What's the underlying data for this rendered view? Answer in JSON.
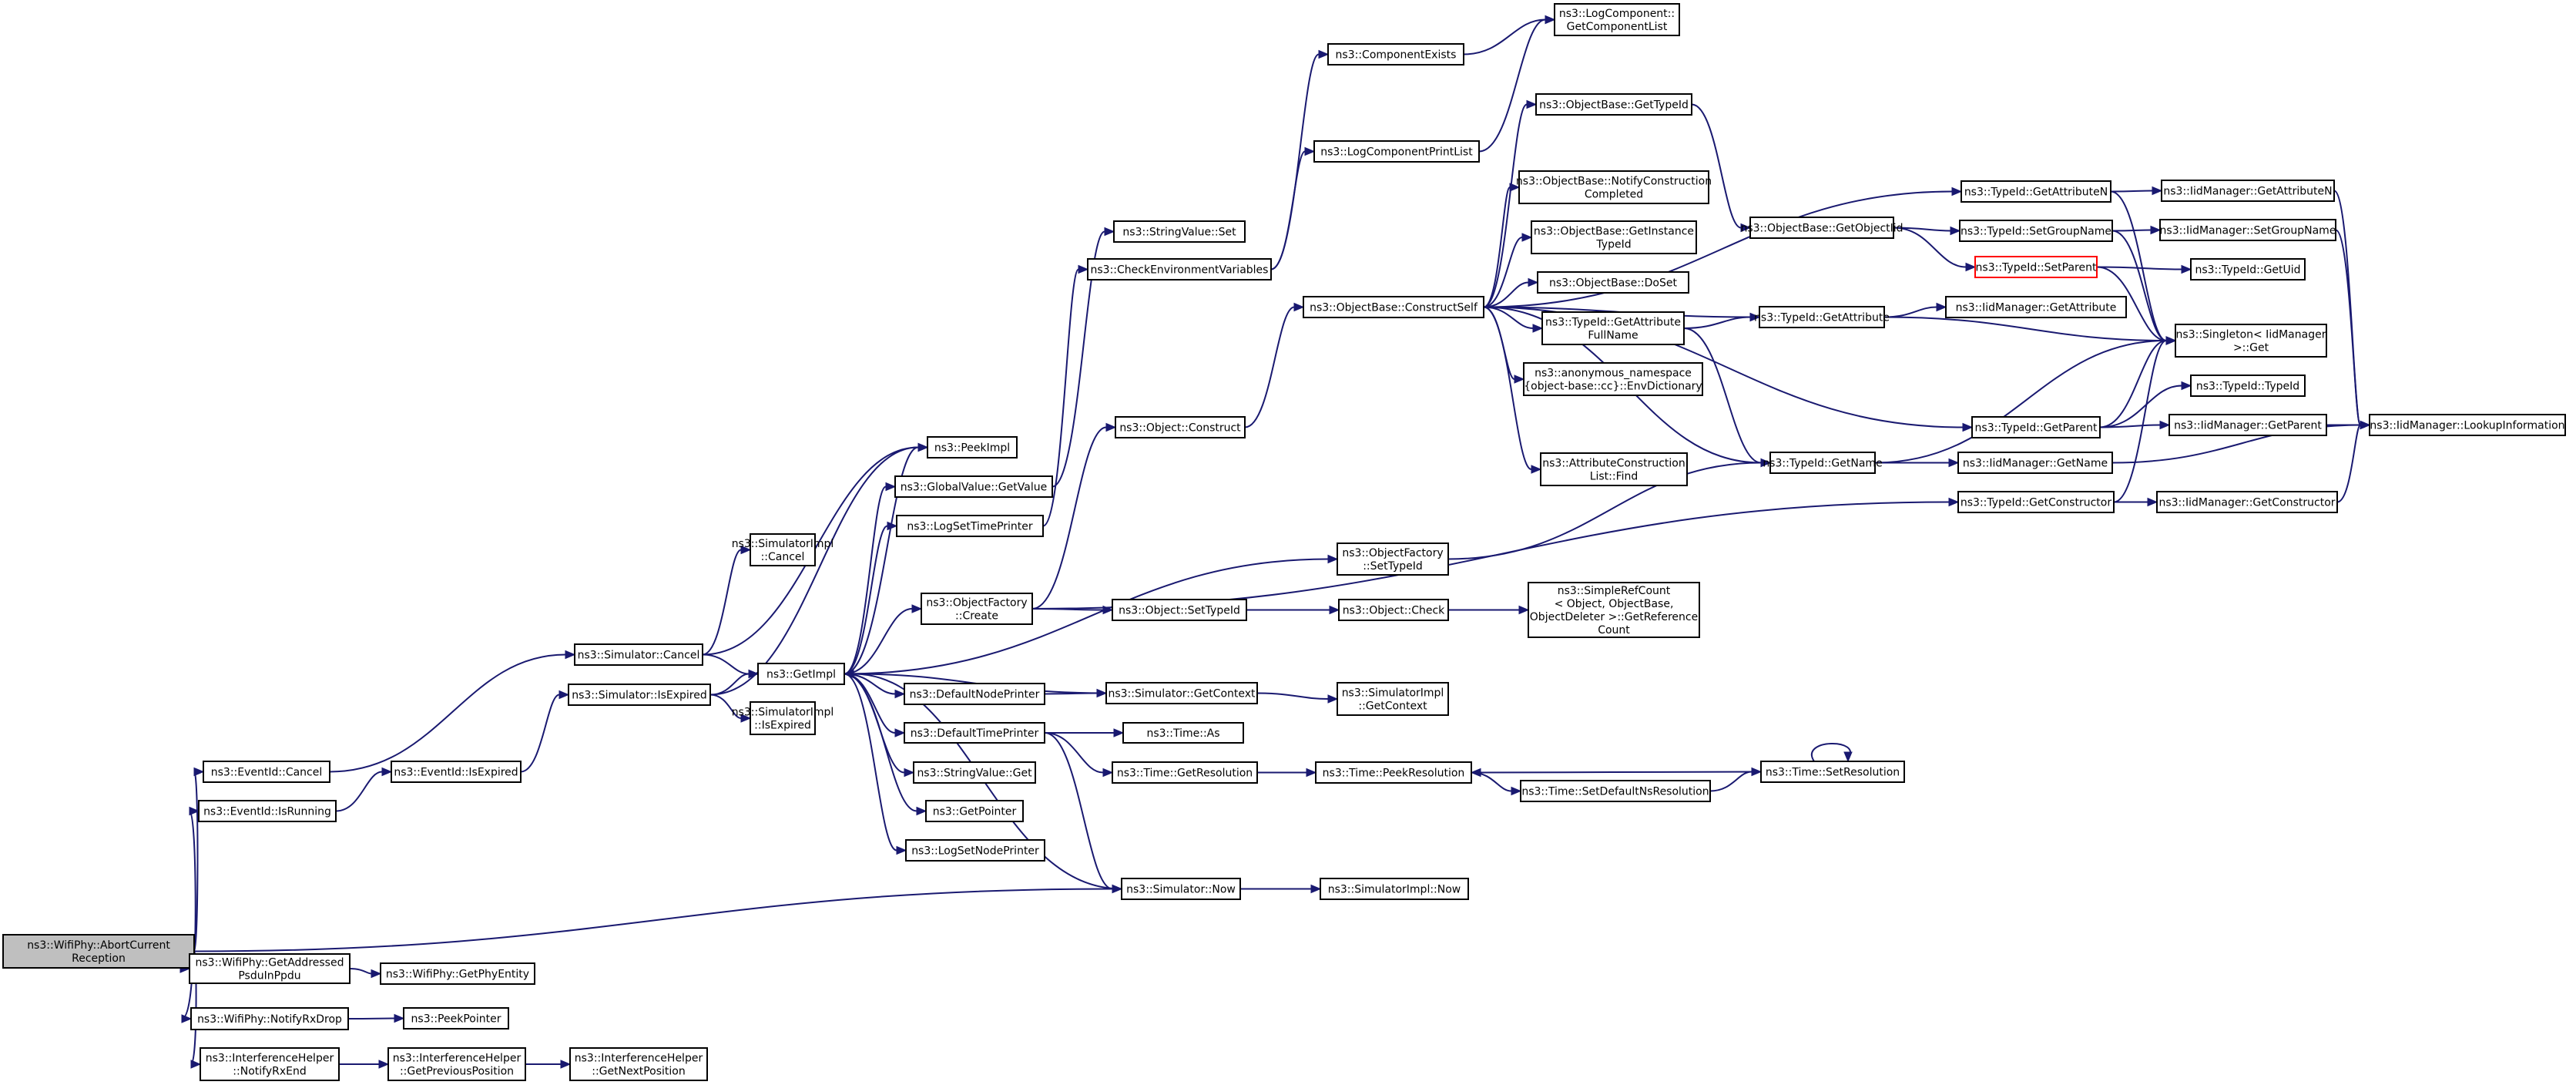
{
  "graph": {
    "root": "ns3::WifiPhy::AbortCurrentReception",
    "node_labels": {
      "root": [
        "ns3::WifiPhy::AbortCurrent",
        "Reception"
      ],
      "eventid_cancel": [
        "ns3::EventId::Cancel"
      ],
      "eventid_isrunning": [
        "ns3::EventId::IsRunning"
      ],
      "wifiphy_getaddressed": [
        "ns3::WifiPhy::GetAddressed",
        "PsduInPpdu"
      ],
      "wifiphy_notifyrxdrop": [
        "ns3::WifiPhy::NotifyRxDrop"
      ],
      "interference_notifyrxend": [
        "ns3::InterferenceHelper",
        "::NotifyRxEnd"
      ],
      "simulator_cancel": [
        "ns3::Simulator::Cancel"
      ],
      "simulator_isexpired": [
        "ns3::Simulator::IsExpired"
      ],
      "eventid_isexpired": [
        "ns3::EventId::IsExpired"
      ],
      "wifiphy_getphyentity": [
        "ns3::WifiPhy::GetPhyEntity"
      ],
      "peekpointer": [
        "ns3::PeekPointer"
      ],
      "interference_getprevpos": [
        "ns3::InterferenceHelper",
        "::GetPreviousPosition"
      ],
      "interference_getnextpos": [
        "ns3::InterferenceHelper",
        "::GetNextPosition"
      ],
      "simulatorimpl_cancel": [
        "ns3::SimulatorImpl",
        "::Cancel"
      ],
      "getimpl": [
        "ns3::GetImpl"
      ],
      "simulatorimpl_isexpired": [
        "ns3::SimulatorImpl",
        "::IsExpired"
      ],
      "peekimpl": [
        "ns3::PeekImpl"
      ],
      "globalvalue_getvalue": [
        "ns3::GlobalValue::GetValue"
      ],
      "logsettimeprinter": [
        "ns3::LogSetTimePrinter"
      ],
      "objectfactory_create": [
        "ns3::ObjectFactory",
        "::Create"
      ],
      "defaultnodeprinter": [
        "ns3::DefaultNodePrinter"
      ],
      "defaulttimeprinter": [
        "ns3::DefaultTimePrinter"
      ],
      "stringvalue_get": [
        "ns3::StringValue::Get"
      ],
      "getpointer": [
        "ns3::GetPointer"
      ],
      "logsetnodeprinter": [
        "ns3::LogSetNodePrinter"
      ],
      "stringvalue_set": [
        "ns3::StringValue::Set"
      ],
      "checkenvvars": [
        "ns3::CheckEnvironmentVariables"
      ],
      "object_construct": [
        "ns3::Object::Construct"
      ],
      "object_settypeid": [
        "ns3::Object::SetTypeId"
      ],
      "simulator_getcontext": [
        "ns3::Simulator::GetContext"
      ],
      "time_as": [
        "ns3::Time::As"
      ],
      "time_getresolution": [
        "ns3::Time::GetResolution"
      ],
      "simulator_now": [
        "ns3::Simulator::Now"
      ],
      "componentexists": [
        "ns3::ComponentExists"
      ],
      "logcomponentprintlist": [
        "ns3::LogComponentPrintList"
      ],
      "objectbase_constructself": [
        "ns3::ObjectBase::ConstructSelf"
      ],
      "objectfactory_settypeid": [
        "ns3::ObjectFactory",
        "::SetTypeId"
      ],
      "object_check": [
        "ns3::Object::Check"
      ],
      "simulatorimpl_getcontext": [
        "ns3::SimulatorImpl",
        "::GetContext"
      ],
      "time_peekresolution": [
        "ns3::Time::PeekResolution"
      ],
      "simulatorimpl_now": [
        "ns3::SimulatorImpl::Now"
      ],
      "logcomponent_getlist": [
        "ns3::LogComponent::",
        "GetComponentList"
      ],
      "objectbase_gettypeid": [
        "ns3::ObjectBase::GetTypeId"
      ],
      "objectbase_notifyconstruction": [
        "ns3::ObjectBase::NotifyConstruction",
        "Completed"
      ],
      "objectbase_getinstancetypeid": [
        "ns3::ObjectBase::GetInstance",
        "TypeId"
      ],
      "objectbase_doset": [
        "ns3::ObjectBase::DoSet"
      ],
      "typeid_getattributefullname": [
        "ns3::TypeId::GetAttribute",
        "FullName"
      ],
      "anon_envdictionary": [
        "ns3::anonymous_namespace",
        "{object-base::cc}::EnvDictionary"
      ],
      "attrconstructionlist_find": [
        "ns3::AttributeConstruction",
        "List::Find"
      ],
      "simplerefcount": [
        "ns3::SimpleRefCount",
        "< Object, ObjectBase,",
        " ObjectDeleter >::GetReference",
        "Count"
      ],
      "time_setdefaultnsresolution": [
        "ns3::Time::SetDefaultNsResolution"
      ],
      "objectbase_getobjectiid": [
        "ns3::ObjectBase::GetObjectIid"
      ],
      "typeid_getattribute": [
        "ns3::TypeId::GetAttribute"
      ],
      "typeid_getname": [
        "ns3::TypeId::GetName"
      ],
      "time_setresolution": [
        "ns3::Time::SetResolution"
      ],
      "typeid_getattributen": [
        "ns3::TypeId::GetAttributeN"
      ],
      "typeid_setgroupname": [
        "ns3::TypeId::SetGroupName"
      ],
      "typeid_setparent": [
        "ns3::TypeId::SetParent"
      ],
      "iidmanager_getattribute": [
        "ns3::IidManager::GetAttribute"
      ],
      "typeid_getparent": [
        "ns3::TypeId::GetParent"
      ],
      "iidmanager_getname": [
        "ns3::IidManager::GetName"
      ],
      "typeid_getconstructor": [
        "ns3::TypeId::GetConstructor"
      ],
      "iidmanager_getattributen": [
        "ns3::IidManager::GetAttributeN"
      ],
      "iidmanager_setgroupname": [
        "ns3::IidManager::SetGroupName"
      ],
      "typeid_getuid": [
        "ns3::TypeId::GetUid"
      ],
      "singleton_get": [
        "ns3::Singleton< IidManager",
        " >::Get"
      ],
      "typeid_typeid": [
        "ns3::TypeId::TypeId"
      ],
      "iidmanager_getparent": [
        "ns3::IidManager::GetParent"
      ],
      "iidmanager_getconstructor": [
        "ns3::IidManager::GetConstructor"
      ],
      "iidmanager_lookupinformation": [
        "ns3::IidManager::LookupInformation"
      ]
    },
    "edges": [
      [
        "root",
        "eventid_cancel"
      ],
      [
        "root",
        "eventid_isrunning"
      ],
      [
        "root",
        "wifiphy_getaddressed"
      ],
      [
        "root",
        "wifiphy_notifyrxdrop"
      ],
      [
        "root",
        "interference_notifyrxend"
      ],
      [
        "root",
        "simulator_now"
      ],
      [
        "eventid_cancel",
        "simulator_cancel"
      ],
      [
        "eventid_isrunning",
        "eventid_isexpired"
      ],
      [
        "eventid_isexpired",
        "simulator_isexpired"
      ],
      [
        "wifiphy_getaddressed",
        "wifiphy_getphyentity"
      ],
      [
        "wifiphy_notifyrxdrop",
        "peekpointer"
      ],
      [
        "interference_notifyrxend",
        "interference_getprevpos"
      ],
      [
        "interference_getprevpos",
        "interference_getnextpos"
      ],
      [
        "simulator_cancel",
        "simulatorimpl_cancel"
      ],
      [
        "simulator_cancel",
        "getimpl"
      ],
      [
        "simulator_cancel",
        "peekimpl"
      ],
      [
        "simulator_isexpired",
        "getimpl"
      ],
      [
        "simulator_isexpired",
        "simulatorimpl_isexpired"
      ],
      [
        "simulator_isexpired",
        "peekimpl"
      ],
      [
        "getimpl",
        "peekimpl"
      ],
      [
        "getimpl",
        "globalvalue_getvalue"
      ],
      [
        "getimpl",
        "logsettimeprinter"
      ],
      [
        "getimpl",
        "objectfactory_create"
      ],
      [
        "getimpl",
        "defaultnodeprinter"
      ],
      [
        "getimpl",
        "defaulttimeprinter"
      ],
      [
        "getimpl",
        "stringvalue_get"
      ],
      [
        "getimpl",
        "getpointer"
      ],
      [
        "getimpl",
        "logsetnodeprinter"
      ],
      [
        "getimpl",
        "objectfactory_settypeid"
      ],
      [
        "globalvalue_getvalue",
        "stringvalue_set"
      ],
      [
        "logsettimeprinter",
        "checkenvvars"
      ],
      [
        "checkenvvars",
        "componentexists"
      ],
      [
        "checkenvvars",
        "logcomponentprintlist"
      ],
      [
        "componentexists",
        "logcomponent_getlist"
      ],
      [
        "logcomponentprintlist",
        "logcomponent_getlist"
      ],
      [
        "objectfactory_create",
        "object_construct"
      ],
      [
        "objectfactory_create",
        "object_settypeid"
      ],
      [
        "objectfactory_create",
        "typeid_getconstructor"
      ],
      [
        "object_construct",
        "objectbase_constructself"
      ],
      [
        "object_settypeid",
        "object_check"
      ],
      [
        "object_check",
        "simplerefcount"
      ],
      [
        "defaultnodeprinter",
        "simulator_getcontext"
      ],
      [
        "simulator_getcontext",
        "getimpl"
      ],
      [
        "simulator_getcontext",
        "simulatorimpl_getcontext"
      ],
      [
        "defaulttimeprinter",
        "time_as"
      ],
      [
        "defaulttimeprinter",
        "time_getresolution"
      ],
      [
        "defaulttimeprinter",
        "simulator_now"
      ],
      [
        "time_getresolution",
        "time_peekresolution"
      ],
      [
        "time_peekresolution",
        "time_setdefaultnsresolution"
      ],
      [
        "time_setdefaultnsresolution",
        "time_setresolution"
      ],
      [
        "time_setresolution",
        "time_peekresolution"
      ],
      [
        "time_setresolution",
        "time_setresolution"
      ],
      [
        "simulator_now",
        "getimpl"
      ],
      [
        "simulator_now",
        "simulatorimpl_now"
      ],
      [
        "objectfactory_settypeid",
        "typeid_getname"
      ],
      [
        "objectbase_constructself",
        "objectbase_gettypeid"
      ],
      [
        "objectbase_constructself",
        "objectbase_notifyconstruction"
      ],
      [
        "objectbase_constructself",
        "objectbase_getinstancetypeid"
      ],
      [
        "objectbase_constructself",
        "objectbase_doset"
      ],
      [
        "objectbase_constructself",
        "typeid_getattributefullname"
      ],
      [
        "objectbase_constructself",
        "anon_envdictionary"
      ],
      [
        "objectbase_constructself",
        "attrconstructionlist_find"
      ],
      [
        "objectbase_constructself",
        "typeid_getname"
      ],
      [
        "objectbase_constructself",
        "typeid_getparent"
      ],
      [
        "objectbase_constructself",
        "typeid_getattribute"
      ],
      [
        "objectbase_constructself",
        "typeid_getattributen"
      ],
      [
        "objectbase_gettypeid",
        "objectbase_getobjectiid"
      ],
      [
        "typeid_getattributefullname",
        "typeid_getattribute"
      ],
      [
        "typeid_getattributefullname",
        "typeid_getname"
      ],
      [
        "objectbase_getobjectiid",
        "typeid_setgroupname"
      ],
      [
        "objectbase_getobjectiid",
        "typeid_setparent"
      ],
      [
        "typeid_getattribute",
        "iidmanager_getattribute"
      ],
      [
        "typeid_getattribute",
        "singleton_get"
      ],
      [
        "typeid_getname",
        "singleton_get"
      ],
      [
        "typeid_getname",
        "iidmanager_getname"
      ],
      [
        "typeid_getattributen",
        "iidmanager_getattributen"
      ],
      [
        "typeid_getattributen",
        "singleton_get"
      ],
      [
        "typeid_setgroupname",
        "iidmanager_setgroupname"
      ],
      [
        "typeid_setgroupname",
        "singleton_get"
      ],
      [
        "typeid_setparent",
        "typeid_getuid"
      ],
      [
        "typeid_setparent",
        "singleton_get"
      ],
      [
        "typeid_getparent",
        "singleton_get"
      ],
      [
        "typeid_getparent",
        "typeid_typeid"
      ],
      [
        "typeid_getparent",
        "iidmanager_getparent"
      ],
      [
        "typeid_getconstructor",
        "singleton_get"
      ],
      [
        "typeid_getconstructor",
        "iidmanager_getconstructor"
      ],
      [
        "iidmanager_getattributen",
        "iidmanager_lookupinformation"
      ],
      [
        "iidmanager_setgroupname",
        "iidmanager_lookupinformation"
      ],
      [
        "iidmanager_getparent",
        "iidmanager_lookupinformation"
      ],
      [
        "iidmanager_getname",
        "iidmanager_lookupinformation"
      ],
      [
        "iidmanager_getconstructor",
        "iidmanager_lookupinformation"
      ]
    ]
  },
  "colors": {
    "edge": "#191970",
    "root_fill": "#bfbfbf",
    "node_border": "#000000",
    "highlight_border": "#ff0000"
  }
}
